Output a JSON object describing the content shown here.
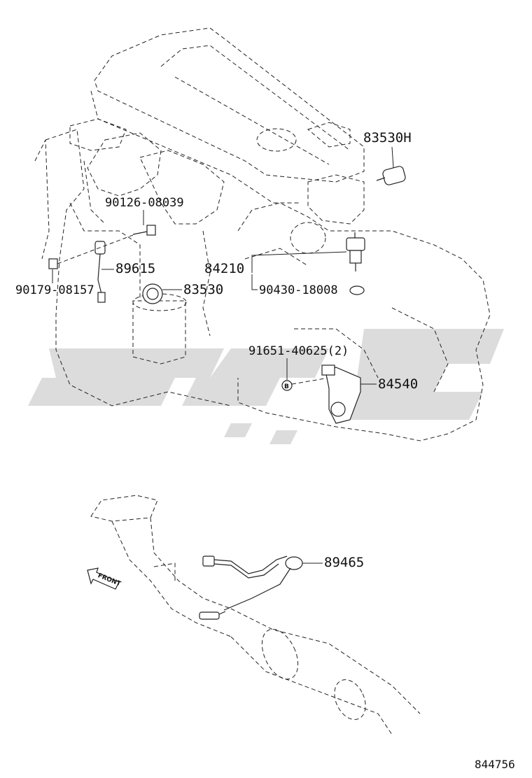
{
  "parts": {
    "p83530H": "83530H",
    "p90126": "90126-08039",
    "p89615": "89615",
    "p84210": "84210",
    "p90179": "90179-08157",
    "p83530": "83530",
    "p90430": "90430-18008",
    "p91651": "91651-40625(2)",
    "p84540": "84540",
    "p89465": "89465"
  },
  "marker_letter": "B",
  "front_label": "FRONT",
  "ref_number": "844756",
  "colors": {
    "line": "#222222",
    "watermark": "#dcdcdc"
  }
}
